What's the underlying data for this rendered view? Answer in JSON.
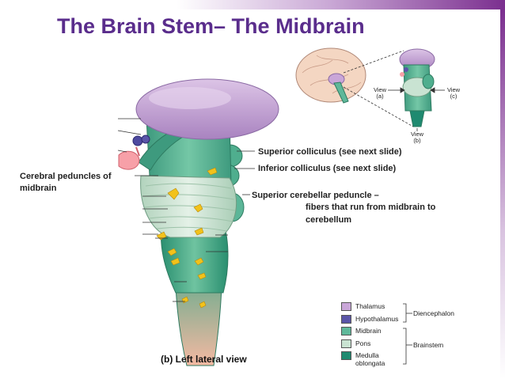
{
  "title": "The Brain Stem– The Midbrain",
  "labels": {
    "superior_colliculus": "Superior colliculus (see next slide)",
    "inferior_colliculus": "Inferior colliculus (see next slide)",
    "superior_cerebellar_peduncle_1": "Superior cerebellar peduncle –",
    "superior_cerebellar_peduncle_2": "fibers that run from midbrain to",
    "superior_cerebellar_peduncle_3": "cerebellum",
    "cerebral_peduncles_1": "Cerebral peduncles of",
    "cerebral_peduncles_2": "midbrain"
  },
  "view_caption": "(b) Left lateral view",
  "inset": {
    "view_a_1": "View",
    "view_a_2": "(a)",
    "view_c_1": "View",
    "view_c_2": "(c)",
    "view_b_1": "View",
    "view_b_2": "(b)"
  },
  "legend": {
    "items": [
      {
        "label": "Thalamus"
      },
      {
        "label": "Hypothalamus"
      },
      {
        "label": "Midbrain"
      },
      {
        "label": "Pons"
      },
      {
        "label": "Medulla oblongata",
        "label_line2": "oblongata",
        "label_line1": "Medulla"
      }
    ],
    "groups": {
      "diencephalon": "Diencephalon",
      "brainstem": "Brainstem"
    }
  },
  "colors": {
    "thalamus": "#c9a6d8",
    "hypothalamus": "#5a55a8",
    "midbrain": "#5fb89a",
    "pons": "#c9e3d2",
    "medulla": "#1f8a70",
    "title": "#5a2d8c"
  }
}
